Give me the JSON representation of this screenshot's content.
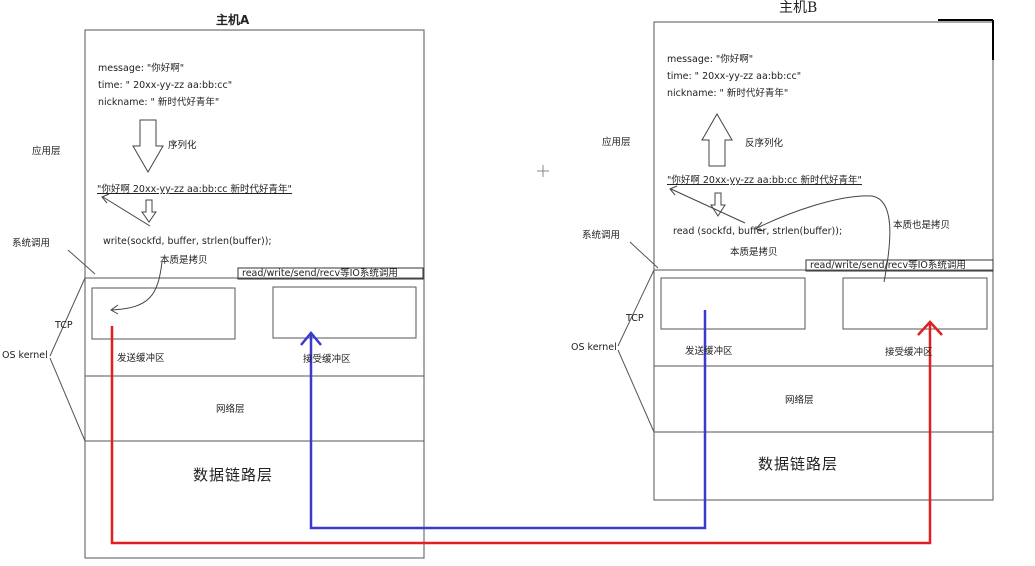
{
  "hostA": {
    "title": "主机A",
    "message": "message:   \"你好啊\"",
    "time": "time:            \" 20xx-yy-zz aa:bb:cc\"",
    "nickname": "nickname:  \" 新时代好青年\"",
    "serialize": "序列化",
    "serialized": "\"你好啊 20xx-yy-zz aa:bb:cc 新时代好青年\"",
    "write_call": "write(sockfd, buffer, strlen(buffer));",
    "copy_note": "本质是拷贝",
    "syscall_bar": "read/write/send/recv等IO系统调用",
    "send_buf": "发送缓冲区",
    "recv_buf": "接受缓冲区",
    "network": "网络层",
    "datalink": "数据链路层",
    "app_layer": "应用层",
    "syscall_label": "系统调用",
    "tcp": "TCP",
    "os_kernel": "OS kernel"
  },
  "hostB": {
    "title": "主机B",
    "message": "message:   \"你好啊\"",
    "time": "time:          \" 20xx-yy-zz aa:bb:cc\"",
    "nickname": "nickname:  \" 新时代好青年\"",
    "deserialize": "反序列化",
    "serialized": "\"你好啊 20xx-yy-zz aa:bb:cc 新时代好青年\"",
    "read_call": "read (sockfd, buffer, strlen(buffer));",
    "copy_note_left": "本质是拷贝",
    "copy_note_right": "本质也是拷贝",
    "syscall_bar": "read/write/send/recv等IO系统调用",
    "send_buf": "发送缓冲区",
    "recv_buf": "接受缓冲区",
    "network": "网络层",
    "datalink": "数据链路层",
    "app_layer": "应用层",
    "syscall_label": "系统调用",
    "tcp": "TCP",
    "os_kernel": "OS kernel"
  },
  "colors": {
    "red_path": "#e02020",
    "blue_path": "#3a3ad0",
    "line": "#555555"
  }
}
